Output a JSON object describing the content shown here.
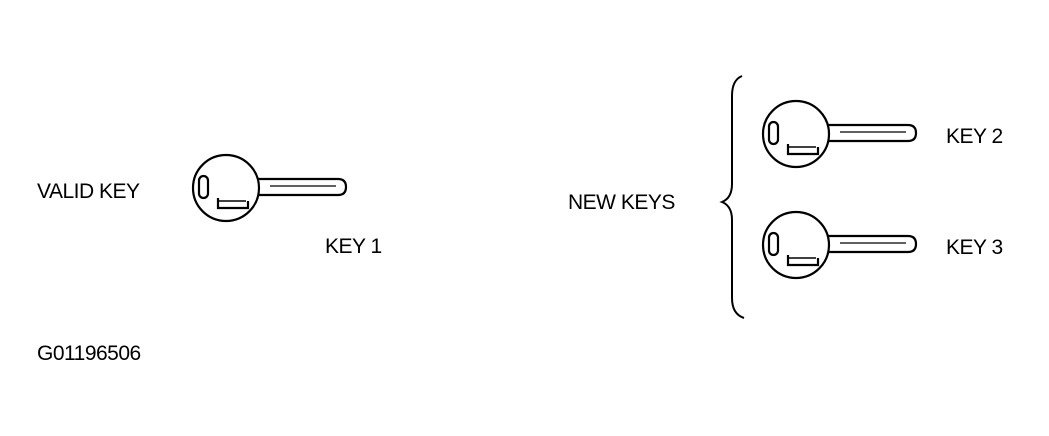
{
  "labels": {
    "valid_key": "VALID KEY",
    "key1": "KEY 1",
    "new_keys": "NEW KEYS",
    "key2": "KEY 2",
    "key3": "KEY 3"
  },
  "figure_code": "G01196506",
  "colors": {
    "line": "#000000",
    "background": "#ffffff"
  },
  "icons": [
    "key-icon",
    "brace-icon"
  ]
}
